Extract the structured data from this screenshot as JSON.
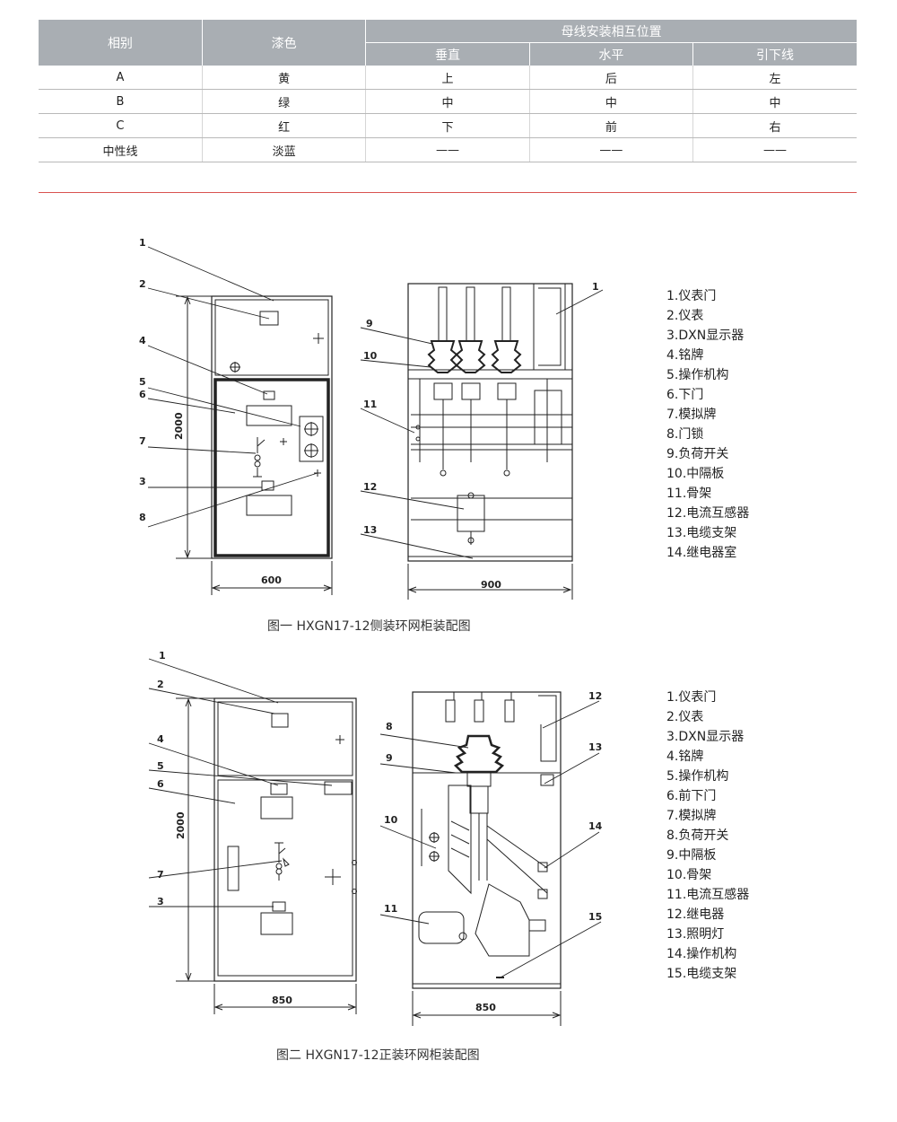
{
  "table": {
    "header": {
      "phase": "相别",
      "paint": "漆色",
      "group": "母线安装相互位置",
      "vertical": "垂直",
      "horizontal": "水平",
      "downlead": "引下线"
    },
    "rows": [
      {
        "phase": "A",
        "paint": "黄",
        "vertical": "上",
        "horizontal": "后",
        "downlead": "左"
      },
      {
        "phase": "B",
        "paint": "绿",
        "vertical": "中",
        "horizontal": "中",
        "downlead": "中"
      },
      {
        "phase": "C",
        "paint": "红",
        "vertical": "下",
        "horizontal": "前",
        "downlead": "右"
      },
      {
        "phase": "中性线",
        "paint": "淡蓝",
        "vertical": "——",
        "horizontal": "——",
        "downlead": "——"
      }
    ]
  },
  "figure1": {
    "caption": "图一 HXGN17-12侧装环网柜装配图",
    "dims": {
      "height": "2000",
      "front_width": "600",
      "side_width": "900"
    },
    "callouts_left": [
      "1",
      "2",
      "4",
      "5",
      "6",
      "7",
      "3",
      "8"
    ],
    "callouts_right": [
      "1",
      "9",
      "10",
      "11",
      "12",
      "13"
    ],
    "legend": [
      "1.仪表门",
      "2.仪表",
      "3.DXN显示器",
      "4.铭牌",
      "5.操作机构",
      "6.下门",
      "7.模拟牌",
      "8.门锁",
      "9.负荷开关",
      "10.中隔板",
      "11.骨架",
      "12.电流互感器",
      "13.电缆支架",
      "14.继电器室"
    ]
  },
  "figure2": {
    "caption": "图二 HXGN17-12正装环网柜装配图",
    "dims": {
      "height": "2000",
      "front_width": "850",
      "side_width": "850"
    },
    "callouts_left": [
      "1",
      "2",
      "4",
      "5",
      "6",
      "7",
      "3"
    ],
    "callouts_right": [
      "8",
      "9",
      "10",
      "11",
      "12",
      "13",
      "14",
      "15"
    ],
    "legend": [
      "1.仪表门",
      "2.仪表",
      "3.DXN显示器",
      "4.铭牌",
      "5.操作机构",
      "6.前下门",
      "7.模拟牌",
      "8.负荷开关",
      "9.中隔板",
      "10.骨架",
      "11.电流互感器",
      "12.继电器",
      "13.照明灯",
      "14.操作机构",
      "15.电缆支架"
    ]
  }
}
